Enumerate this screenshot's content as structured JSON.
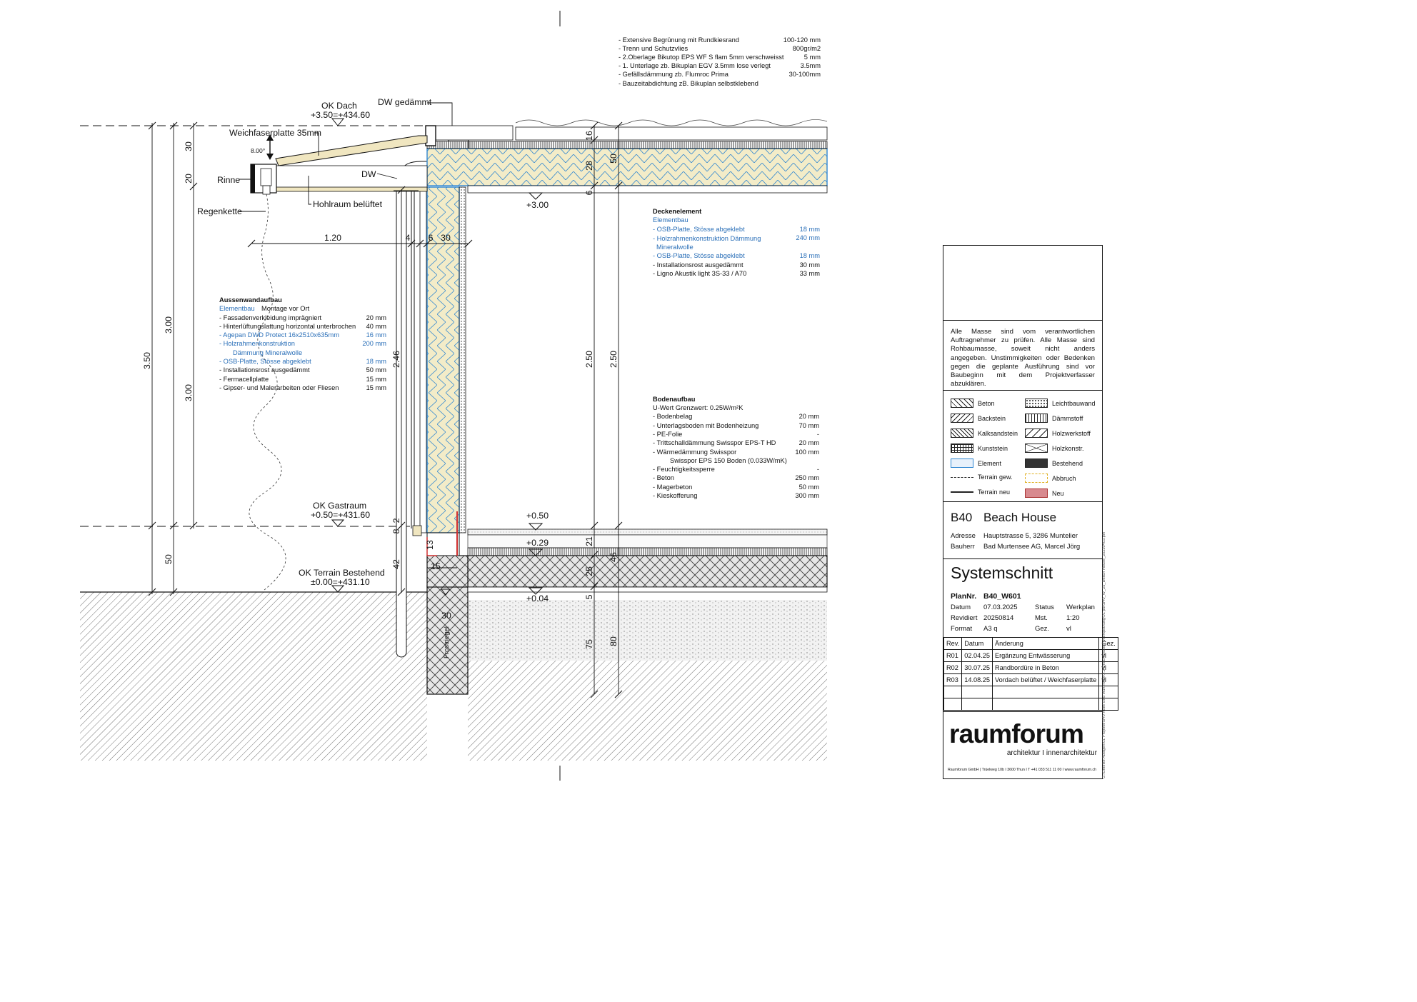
{
  "colors": {
    "line": "#111111",
    "insulation": "#f3ecc8",
    "element_blue": "#2f86d1",
    "blue_text": "#2a6fb8",
    "new_red": "#d03030",
    "neu_fill": "#d88a8f"
  },
  "roof_layers": [
    {
      "text": "- Extensive Begrünung mit Rundkiesrand",
      "value": "100-120 mm"
    },
    {
      "text": "- Trenn und Schutzvlies",
      "value": "800gr/m2"
    },
    {
      "text": "- 2.Oberlage Bikutop EPS WF S flam 5mm verschweisst",
      "value": "5 mm"
    },
    {
      "text": "- 1. Unterlage zb. Bikuplan EGV 3.5mm lose verlegt",
      "value": "3.5mm"
    },
    {
      "text": "- Gefällsdämmung zb. Flumroc Prima",
      "value": "30-100mm"
    },
    {
      "text": "- Bauzeitabdichtung zB. Bikuplan selbstklebend",
      "value": ""
    }
  ],
  "labels": {
    "ok_dach": "OK Dach",
    "ok_dach_val": "+3.50=+434.60",
    "dw_gedaemmt": "DW gedämmt",
    "weichfaser": "Weichfaserplatte 35mm",
    "slope": "8.00°",
    "rinne": "Rinne",
    "dw": "DW",
    "regenkette": "Regenkette",
    "hohlraum": "Hohlraum belüftet",
    "ok_gastraum": "OK Gastraum",
    "ok_gastraum_val": "+0.50=+431.60",
    "ok_terrain": "OK Terrain Bestehend",
    "ok_terrain_val": "±0.00=+431.10",
    "frostriegel": "Frostriegel",
    "lvl_300": "+3.00",
    "lvl_050": "+0.50",
    "lvl_029": "+0.29",
    "lvl_004": "+0.04"
  },
  "dims": {
    "d350": "3.50",
    "d300a": "3.00",
    "d300b": "3.00",
    "d50a": "50",
    "d30": "30",
    "d20": "20",
    "d120": "1.20",
    "d4": "4",
    "d6": "6",
    "d30b": "30",
    "d246": "2.46",
    "d2": "2",
    "d8": "8",
    "d42": "42",
    "d13": "13",
    "d15": "15",
    "d30c": "30",
    "d16": "16",
    "d28": "28",
    "d6b": "6",
    "d50b": "50",
    "d250a": "2.50",
    "d250b": "2.50",
    "d21": "21",
    "d46": "46",
    "d25": "25",
    "d5": "5",
    "d75": "75",
    "d80": "80"
  },
  "wall": {
    "title": "Aussenwandaufbau",
    "sub_a": "Elementbau",
    "sub_b": "Montage vor Ort",
    "layers": [
      {
        "text": "- Fassadenverkleidung imprägniert",
        "value": "20 mm",
        "blue": false
      },
      {
        "text": "- Hinterlüftungslattung horizontal unterbrochen",
        "value": "40 mm",
        "blue": false
      },
      {
        "text": "- Agepan DWD Protect 16x2510x635mm",
        "value": "16 mm",
        "blue": true
      },
      {
        "text": "- Holzrahmenkonstruktion",
        "value": "200 mm",
        "blue": true
      },
      {
        "text": "Dämmung Mineralwolle",
        "value": "",
        "blue": true,
        "indent": true
      },
      {
        "text": "- OSB-Platte, Stösse abgeklebt",
        "value": "18 mm",
        "blue": true
      },
      {
        "text": "- Installationsrost ausgedämmt",
        "value": "50 mm",
        "blue": false
      },
      {
        "text": "- Fermacellplatte",
        "value": "15 mm",
        "blue": false
      },
      {
        "text": "- Gipser- und Malerarbeiten oder Fliesen",
        "value": "15 mm",
        "blue": false
      }
    ]
  },
  "ceiling": {
    "title": "Deckenelement",
    "sub": "Elementbau",
    "layers": [
      {
        "text": "- OSB-Platte, Stösse abgeklebt",
        "value": "18 mm",
        "blue": true
      },
      {
        "text": "- Holzrahmenkonstruktion Dämmung",
        "value": "240 mm",
        "blue": true
      },
      {
        "text": "Mineralwolle",
        "value": "",
        "blue": true,
        "indent": true
      },
      {
        "text": "- OSB-Platte, Stösse abgeklebt",
        "value": "18 mm",
        "blue": true
      },
      {
        "text": "- Installationsrost ausgedämmt",
        "value": "30 mm",
        "blue": false
      },
      {
        "text": "- Ligno Akustik light 3S-33 / A70",
        "value": "33 mm",
        "blue": false
      }
    ]
  },
  "floor": {
    "title": "Bodenaufbau",
    "u_value": "U-Wert Grenzwert: 0.25W/m²K",
    "layers": [
      {
        "text": "- Bodenbelag",
        "value": "20 mm"
      },
      {
        "text": "- Unterlagsboden mit Bodenheizung",
        "value": "70 mm"
      },
      {
        "text": "- PE-Folie",
        "value": "-"
      },
      {
        "text": "- Trittschalldämmung Swisspor EPS-T HD",
        "value": "20 mm"
      },
      {
        "text": "- Wärmedämmung Swisspor",
        "value": "100 mm"
      },
      {
        "text": "Swisspor EPS 150 Boden (0.033W/mK)",
        "value": "",
        "indent": true
      },
      {
        "text": "- Feuchtigkeitssperre",
        "value": "-"
      },
      {
        "text": "- Beton",
        "value": "250 mm"
      },
      {
        "text": "- Magerbeton",
        "value": "50 mm"
      },
      {
        "text": "- Kieskofferung",
        "value": "300 mm"
      }
    ]
  },
  "title_block": {
    "note": "Alle Masse sind vom verantwortlichen Auftragnehmer zu prüfen. Alle Masse sind Rohbaumasse, soweit nicht anders angegeben. Unstimmigkeiten oder Bedenken gegen die geplante Ausführung sind vor Baubeginn mit dem Projektverfasser abzuklären.",
    "legend": [
      {
        "label": "Beton",
        "swatch": "beton"
      },
      {
        "label": "Leichtbauwand",
        "swatch": "leicht"
      },
      {
        "label": "Backstein",
        "swatch": "backstein"
      },
      {
        "label": "Dämmstoff",
        "swatch": "daemm"
      },
      {
        "label": "Kalksandstein",
        "swatch": "kalk"
      },
      {
        "label": "Holzwerkstoff",
        "swatch": "holzw"
      },
      {
        "label": "Kunststein",
        "swatch": "kunst"
      },
      {
        "label": "Holzkonstr.",
        "swatch": "holzk"
      },
      {
        "label": "Element",
        "swatch": "element"
      },
      {
        "label": "Bestehend",
        "swatch": "bestehend"
      },
      {
        "label": "Terrain gew.",
        "swatch": "terrain-gew"
      },
      {
        "label": "Abbruch",
        "swatch": "abbruch"
      },
      {
        "label": "Terrain neu",
        "swatch": "terrain-neu"
      },
      {
        "label": "Neu",
        "swatch": "neu"
      }
    ],
    "project_code": "B40",
    "project_name": "Beach House",
    "adresse_label": "Adresse",
    "adresse": "Hauptstrasse 5, 3286 Muntelier",
    "bauherr_label": "Bauherr",
    "bauherr": "Bad Murtensee AG, Marcel Jörg",
    "plan_title": "Systemschnitt",
    "plan_nr_label": "PlanNr.",
    "plan_nr": "B40_W601",
    "datum_label": "Datum",
    "datum": "07.03.2025",
    "status_label": "Status",
    "status": "Werkplan",
    "revidiert_label": "Revidiert",
    "revidiert": "20250814",
    "mst_label": "Mst.",
    "mst": "1:20",
    "format_label": "Format",
    "format": "A3 q",
    "gez_label": "Gez.",
    "gez": "vl",
    "rev_headers": [
      "Rev.",
      "Datum",
      "Änderung",
      "Gez."
    ],
    "revisions": [
      [
        "R01",
        "02.04.25",
        "Ergänzung Entwässerung",
        "vl"
      ],
      [
        "R02",
        "30.07.25",
        "Randbordüre in Beton",
        "vl"
      ],
      [
        "R03",
        "14.08.25",
        "Vordach belüftet / Weichfaserplatte",
        "vl"
      ]
    ],
    "brand": "raumforum",
    "brand_sub": "architektur I innenarchitektur",
    "footer": "Raumforum GmbH | Trüelweg 10b I 3600 Thun I T +41 033 511 11 00 I www.raumforum.ch",
    "side_path": "G:\\Geteilte Ablagen\\01 Projekte\\B40 Hotel Bad Murtensee\\2.2 Beachhouse\\4 Werkplanung\\01 pdf\\B40_W_25_Beach House_20250403.pln"
  }
}
